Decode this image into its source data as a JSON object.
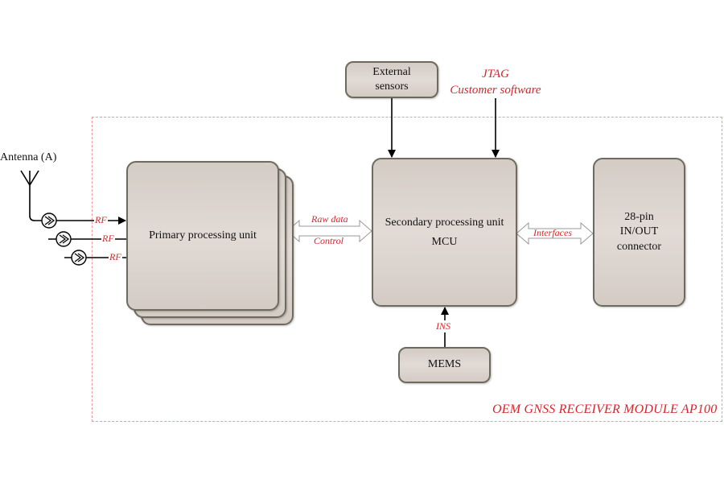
{
  "diagram": {
    "module_label": "OEM GNSS RECEIVER MODULE AP100",
    "antenna_label": "Antenna (A)",
    "rf_labels": [
      "RF",
      "RF",
      "RF"
    ],
    "blocks": {
      "primary": "Primary processing unit",
      "secondary_line1": "Secondary processing unit",
      "secondary_line2": "MCU",
      "external_line1": "External",
      "external_line2": "sensors",
      "connector_line1": "28-pin",
      "connector_line2": "IN/OUT",
      "connector_line3": "connector",
      "mems": "MEMS"
    },
    "links": {
      "raw_data": "Raw data",
      "control": "Control",
      "interfaces": "Interfaces",
      "ins": "INS",
      "jtag_line1": "JTAG",
      "jtag_line2": "Customer software"
    },
    "colors": {
      "accent_red": "#d8262b",
      "block_fill": "#ddd4cf",
      "block_border": "#6d6a5e",
      "frame_dash": "#f19a9c"
    }
  }
}
